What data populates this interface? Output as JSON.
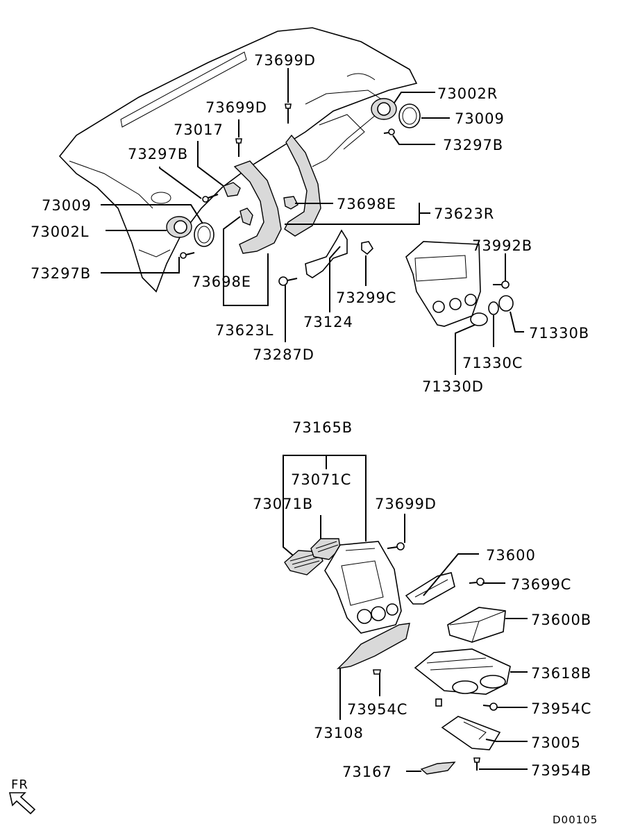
{
  "diagram": {
    "code": "D00105",
    "orientation_label": "FR",
    "labels": {
      "p73699D_top": "73699D",
      "p73002R": "73002R",
      "p73699D_mid": "73699D",
      "p73009_right": "73009",
      "p73017": "73017",
      "p73297B_right": "73297B",
      "p73297B_left": "73297B",
      "p73009_left": "73009",
      "p73698E_right": "73698E",
      "p73623R": "73623R",
      "p73002L": "73002L",
      "p73992B": "73992B",
      "p73297B_bottom": "73297B",
      "p73698E_left": "73698E",
      "p73299C": "73299C",
      "p71330B": "71330B",
      "p73623L": "73623L",
      "p73124": "73124",
      "p71330C": "71330C",
      "p73287D": "73287D",
      "p71330D": "71330D",
      "p73165B": "73165B",
      "p73071C": "73071C",
      "p73071B": "73071B",
      "p73699D_lower": "73699D",
      "p73600": "73600",
      "p73699C": "73699C",
      "p73600B": "73600B",
      "p73618B": "73618B",
      "p73954C_left": "73954C",
      "p73954C_right": "73954C",
      "p73005": "73005",
      "p73108": "73108",
      "p73167": "73167",
      "p73954B": "73954B"
    }
  }
}
